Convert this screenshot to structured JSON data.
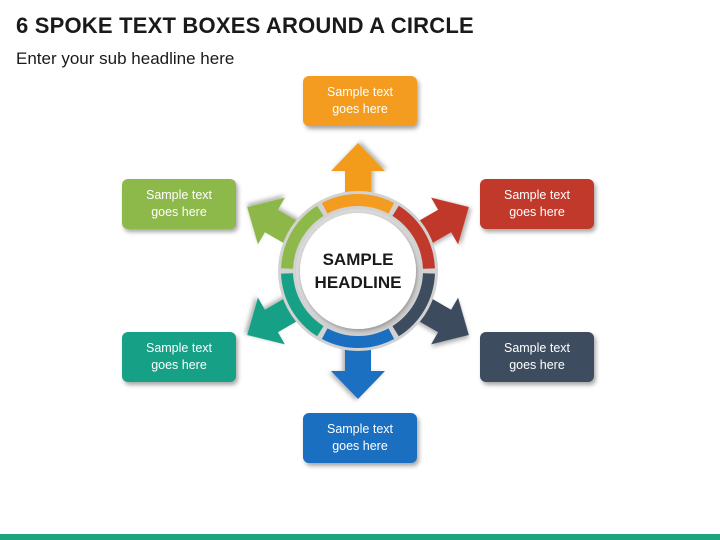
{
  "title": "6 SPOKE TEXT BOXES AROUND A CIRCLE",
  "subtitle": "Enter your sub headline here",
  "center": {
    "line1": "SAMPLE",
    "line2": "HEADLINE"
  },
  "spokes": [
    {
      "id": "top",
      "color": "#f39c1f",
      "line1": "Sample text",
      "line2": "goes here"
    },
    {
      "id": "upper-right",
      "color": "#c0392b",
      "line1": "Sample text",
      "line2": "goes here"
    },
    {
      "id": "lower-right",
      "color": "#3d4c5e",
      "line1": "Sample text",
      "line2": "goes here"
    },
    {
      "id": "bottom",
      "color": "#1a6fc1",
      "line1": "Sample text",
      "line2": "goes here"
    },
    {
      "id": "lower-left",
      "color": "#16a085",
      "line1": "Sample text",
      "line2": "goes here"
    },
    {
      "id": "upper-left",
      "color": "#8db84a",
      "line1": "Sample text",
      "line2": "goes here"
    }
  ],
  "footer_color": "#1aa57f"
}
